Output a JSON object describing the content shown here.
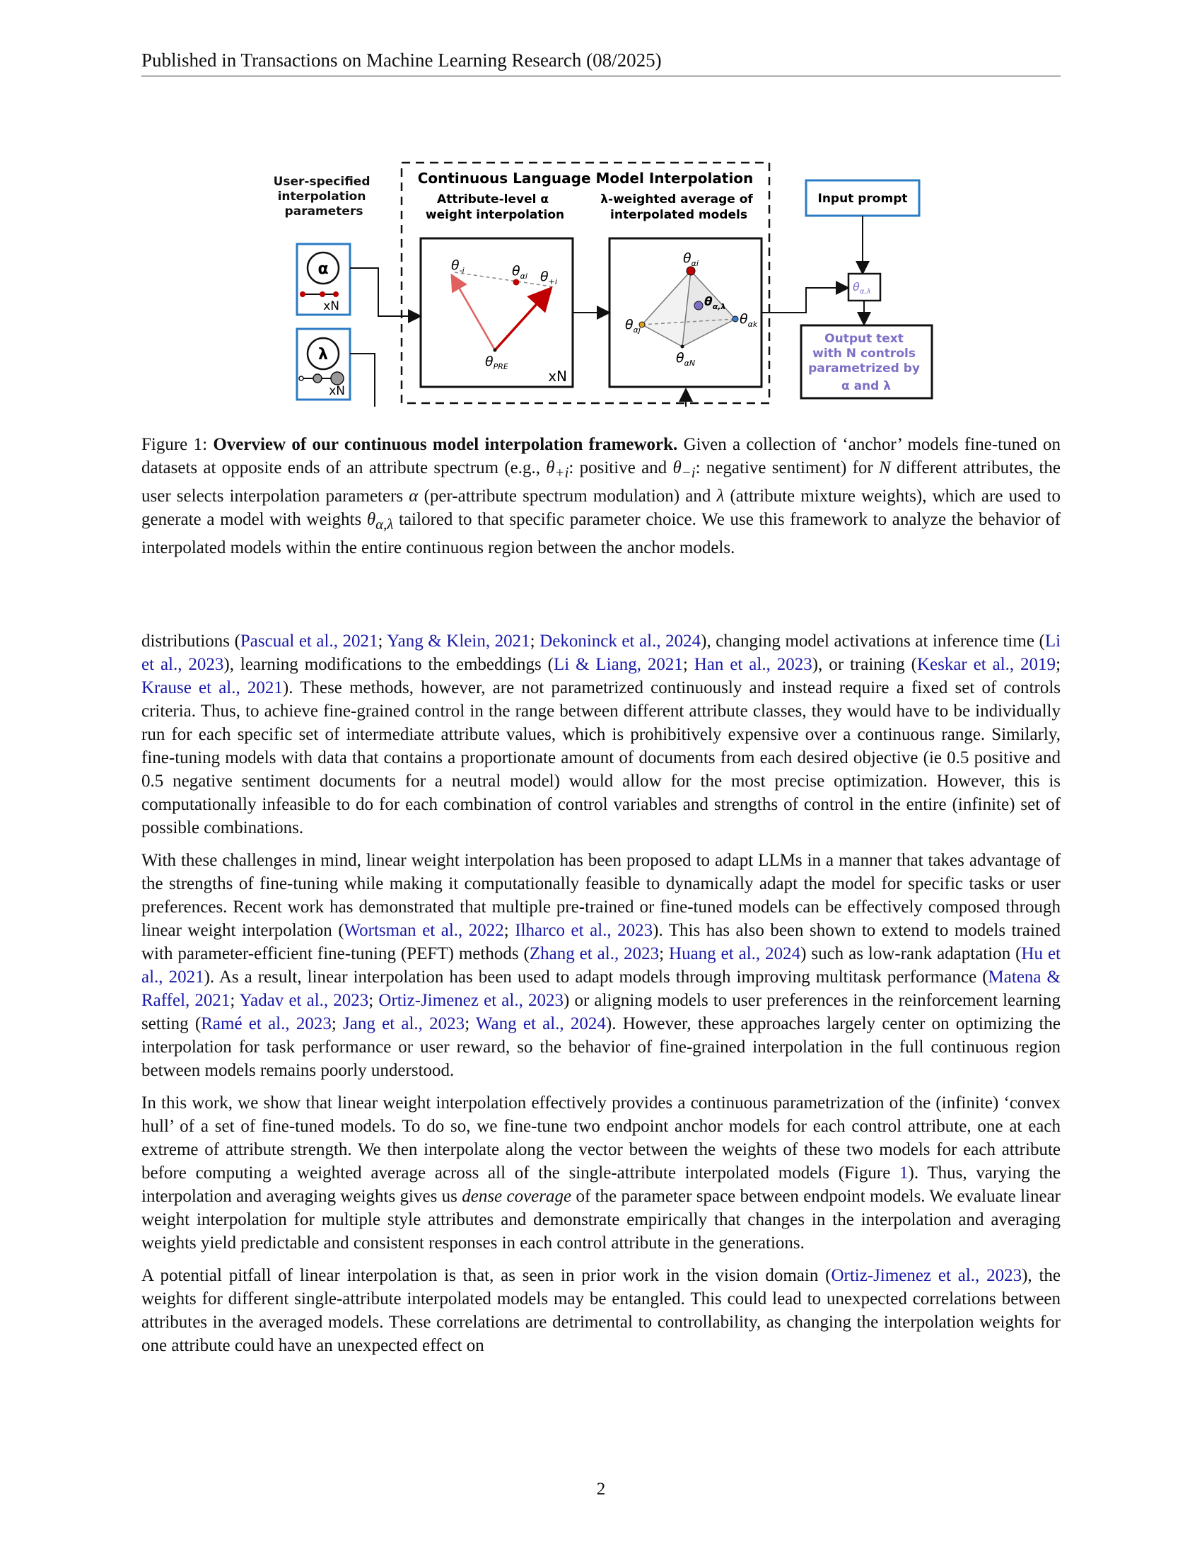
{
  "header": {
    "text": "Published in Transactions on Machine Learning Research (08/2025)"
  },
  "figure": {
    "user_params_label": [
      "User-specified",
      "interpolation",
      "parameters"
    ],
    "alpha_symbol": "α",
    "lambda_symbol": "λ",
    "xN": "xN",
    "dashed_box_title": "Continuous Language Model Interpolation",
    "attr_interp_label": [
      "Attribute-level α",
      "weight interpolation"
    ],
    "lambda_avg_label": [
      "λ-weighted average of",
      "interpolated models"
    ],
    "theta_minus_i": "θ",
    "theta_minus_i_sub": "-i",
    "theta_alpha_i": "θ",
    "theta_alpha_i_sub": "αi",
    "theta_plus_i": "θ",
    "theta_plus_i_sub": "+i",
    "theta_pre": "θ",
    "theta_pre_sub": "PRE",
    "theta_alpha_top": "θ",
    "theta_alpha_top_sub": "αi",
    "theta_alpha_left": "θ",
    "theta_alpha_left_sub": "αj",
    "theta_alpha_right": "θ",
    "theta_alpha_right_sub": "αk",
    "theta_alpha_bottom": "θ",
    "theta_alpha_bottom_sub": "αN",
    "theta_al": "θ",
    "theta_al_sub": "α,λ",
    "input_prompt": "Input prompt",
    "theta_out": "θ",
    "theta_out_sub": "α,λ",
    "output_text": [
      "Output text",
      "with N controls",
      "parametrized by",
      "α and λ"
    ],
    "colors": {
      "blue": "#2b7bc4",
      "red": "#c00000",
      "arrow_red": "#e06060",
      "purple": "#7b6fc6"
    }
  },
  "caption": {
    "label": "Figure 1:",
    "bold": "Overview of our continuous model interpolation framework.",
    "s1": " Given a collection of ‘anchor’ models fine-tuned on datasets at opposite ends of an attribute spectrum (e.g., ",
    "t1": "θ",
    "t1_sub": "+i",
    "s2": ": positive and ",
    "t2": "θ",
    "t2_sub": "−i",
    "s3": ": negative sentiment) for ",
    "n": "N",
    "s4": " different attributes, the user selects interpolation parameters ",
    "alpha": "α",
    "s5": " (per-attribute spectrum modulation) and ",
    "lambda": "λ",
    "s6": " (attribute mixture weights), which are used to generate a model with weights ",
    "t3": "θ",
    "t3_sub": "α,λ",
    "s7": " tailored to that specific parameter choice. We use this framework to analyze the behavior of interpolated models within the entire continuous region between the anchor models."
  },
  "paragraphs": {
    "p1": {
      "a": "distributions (",
      "c1": "Pascual et al., 2021",
      "b": "; ",
      "c2": "Yang & Klein, 2021",
      "c": "; ",
      "c3": "Dekoninck et al., 2024",
      "d": "), changing model activations at inference time (",
      "c4": "Li et al., 2023",
      "e": "), learning modifications to the embeddings (",
      "c5": "Li & Liang, 2021",
      "f": "; ",
      "c6": "Han et al., 2023",
      "g": "), or training (",
      "c7": "Keskar et al., 2019",
      "h": "; ",
      "c8": "Krause et al., 2021",
      "i": "). These methods, however, are not parametrized continuously and instead require a fixed set of controls criteria. Thus, to achieve fine-grained control in the range between different attribute classes, they would have to be individually run for each specific set of intermediate attribute values, which is prohibitively expensive over a continuous range. Similarly, fine-tuning models with data that contains a proportionate amount of documents from each desired objective (ie 0.5 positive and 0.5 negative sentiment documents for a neutral model) would allow for the most precise optimization. However, this is computationally infeasible to do for each combination of control variables and strengths of control in the entire (infinite) set of possible combinations."
    },
    "p2": {
      "a": "With these challenges in mind, linear weight interpolation has been proposed to adapt LLMs in a manner that takes advantage of the strengths of fine-tuning while making it computationally feasible to dynamically adapt the model for specific tasks or user preferences. Recent work has demonstrated that multiple pre-trained or fine-tuned models can be effectively composed through linear weight interpolation (",
      "c1": "Wortsman et al., 2022",
      "b": "; ",
      "c2": "Ilharco et al., 2023",
      "c": "). This has also been shown to extend to models trained with parameter-efficient fine-tuning (PEFT) methods (",
      "c3": "Zhang et al., 2023",
      "d": "; ",
      "c4": "Huang et al., 2024",
      "e": ") such as low-rank adaptation (",
      "c5": "Hu et al., 2021",
      "f": "). As a result, linear interpolation has been used to adapt models through improving multitask performance (",
      "c6": "Matena & Raffel, 2021",
      "g": "; ",
      "c7": "Yadav et al., 2023",
      "h": "; ",
      "c8": "Ortiz-Jimenez et al., 2023",
      "i": ") or aligning models to user preferences in the reinforcement learning setting (",
      "c9": "Ramé et al., 2023",
      "j": "; ",
      "c10": "Jang et al., 2023",
      "k": "; ",
      "c11": "Wang et al., 2024",
      "l": "). However, these approaches largely center on optimizing the interpolation for task performance or user reward, so the behavior of fine-grained interpolation in the full continuous region between models remains poorly understood."
    },
    "p3": {
      "a": "In this work, we show that linear weight interpolation effectively provides a continuous parametrization of the (infinite) ‘convex hull’ of a set of fine-tuned models. To do so, we fine-tune two endpoint anchor models for each control attribute, one at each extreme of attribute strength. We then interpolate along the vector between the weights of these two models for each attribute before computing a weighted average across all of the single-attribute interpolated models (Figure ",
      "c1": "1",
      "b": "). Thus, varying the interpolation and averaging weights gives us ",
      "em": "dense coverage",
      "c": " of the parameter space between endpoint models. We evaluate linear weight interpolation for multiple style attributes and demonstrate empirically that changes in the interpolation and averaging weights yield predictable and consistent responses in each control attribute in the generations."
    },
    "p4": {
      "a": "A potential pitfall of linear interpolation is that, as seen in prior work in the vision domain (",
      "c1": "Ortiz-Jimenez et al., 2023",
      "b": "), the weights for different single-attribute interpolated models may be entangled. This could lead to unexpected correlations between attributes in the averaged models. These correlations are detrimental to controllability, as changing the interpolation weights for one attribute could have an unexpected effect on"
    }
  },
  "page_number": "2"
}
